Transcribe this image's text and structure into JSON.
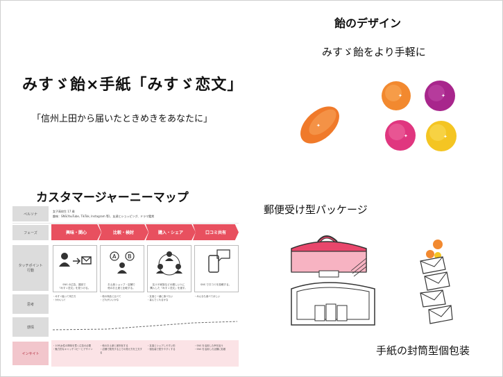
{
  "main_title": "みすゞ飴×手紙「みすゞ恋文」",
  "subtitle": "「信州上田から届いたときめきをあなたに」",
  "candy_section": {
    "title": "飴のデザイン",
    "subtitle": "みすゞ飴をより手軽に",
    "colors": [
      "#f07a2a",
      "#f2892f",
      "#a8268c",
      "#e0367f",
      "#f4c522"
    ]
  },
  "journey_map": {
    "title": "カスタマージャーニーマップ",
    "rows": {
      "persona": "ペルソナ",
      "phase": "フェーズ",
      "touchpoint": "タッチポイント\n行動",
      "thought": "思考",
      "emotion": "感情",
      "insight": "インサイト"
    },
    "persona_text": "女子高校生 17 歳\n趣味：SNS(YouTube, TikTok, Instagram 等)、友達とショッピング、ドラマ鑑賞",
    "phases": [
      "興味・関心",
      "比較・検討",
      "購入・シェア",
      "口コミ共有"
    ],
    "touchpoint_captions": [
      "SNS の広告、雑誌で\n「みすゞ恋文」を見つける。",
      "お土産ショップ・店舗で\n他のお土産と比較する。",
      "友人や家族などの親しい人に\n購入した「みすゞ恋文」を渡す。",
      "SNS で口コミを投稿する。"
    ],
    "thoughts": [
      "・みすゞ飴って何だろ\n・かわいい！",
      "・他の商品と比べて\n・どれがいいかな",
      "・友達と一緒に食べたい\n・喜んでくれるかな",
      "・みんなも食べてほしい"
    ],
    "insights": [
      "・10代女性の興味を惹く広告の必要\n・魅力的なキャッチコピーとデザイン",
      "・他のお土産と差別化する\n・店舗で販売する上での見せ方を工夫する",
      "・友達とシェアしやすい形\n・個包装で配りやすくする",
      "・SNS を活用した声を拾う\n・SNS を活用した店舗に拡散"
    ]
  },
  "package_section": {
    "title": "郵便受け型パッケージ",
    "envelope_title": "手紙の封筒型個包装"
  }
}
